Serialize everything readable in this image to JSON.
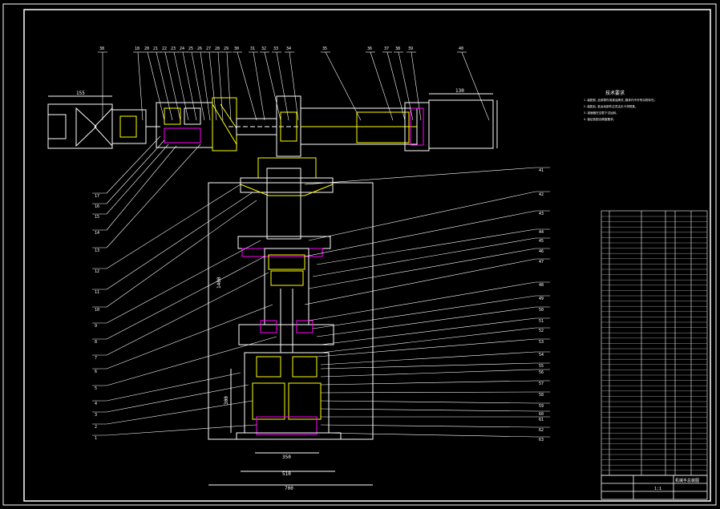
{
  "drawing": {
    "background": "#000000",
    "line_color": "#ffffff",
    "leader_color": "#ffffff",
    "accent_color": "#ff00ff",
    "fill_color": "#ffff00",
    "text_color": "#ffffff"
  },
  "top_labels": [
    "38",
    "18",
    "20",
    "21",
    "22",
    "23",
    "24",
    "25",
    "26",
    "27",
    "28",
    "29",
    "30",
    "31",
    "32",
    "33",
    "34",
    "35",
    "36",
    "37",
    "38",
    "39",
    "40"
  ],
  "left_labels": [
    "17",
    "16",
    "15",
    "14",
    "13",
    "12",
    "11",
    "10",
    "9",
    "8",
    "7",
    "6",
    "5",
    "4",
    "3",
    "2",
    "1"
  ],
  "right_labels": [
    "41",
    "42",
    "43",
    "44",
    "45",
    "46",
    "47",
    "48",
    "49",
    "50",
    "51",
    "52",
    "53",
    "54",
    "55",
    "56",
    "57",
    "58",
    "59",
    "60",
    "61",
    "62",
    "63"
  ],
  "dimensions": {
    "arm_left": "155",
    "arm_right": "130",
    "base_inner": "350",
    "base_outer": "510",
    "base_total": "700",
    "height": "1400",
    "lower": "300"
  },
  "tech_notes": {
    "title": "技术要求",
    "lines": [
      "1.装配前,全部零件用煤油清洗,箱体内不许有杂物存在。",
      "2.装配后,各运动部件应灵活无卡滞现象。",
      "3.减速器在空载下试运转。",
      "4.保证各配合精度要求。"
    ]
  },
  "title_block": {
    "drawing_name": "机械手总装图",
    "scale": "1:1"
  }
}
